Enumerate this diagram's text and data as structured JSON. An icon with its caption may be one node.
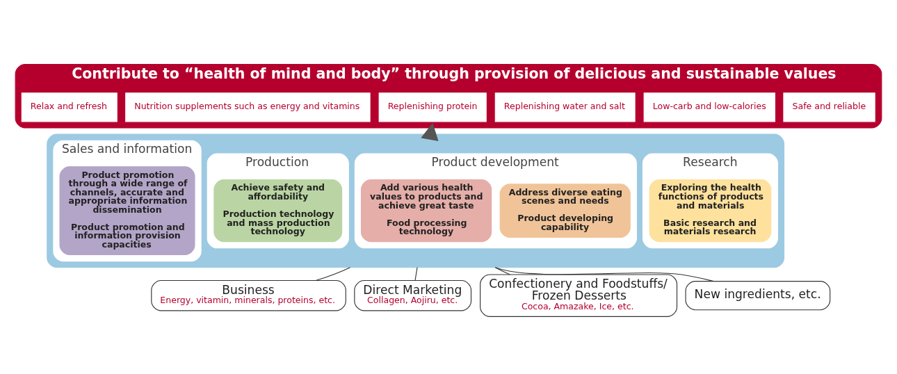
{
  "diagram": {
    "nodes": [
      {
        "text": [
          "Contribute to “health of mind and body” through provision of delicious and sustainable values"
        ]
      },
      {
        "text": [
          "Relax and refresh"
        ],
        "in": 0
      },
      {
        "text": [
          "Nutrition supplements such as energy and vitamins"
        ],
        "in": 0
      },
      {
        "text": [
          "Replenishing protein"
        ],
        "in": 0
      },
      {
        "text": [
          "Replenishing water and salt"
        ],
        "in": 0
      },
      {
        "text": [
          "Low-carb and low-calories"
        ],
        "in": 0
      },
      {
        "text": [
          "Safe and reliable"
        ],
        "in": 0
      },
      {
        "text": [],
        "shape": "box"
      },
      {
        "text": [
          "Research"
        ],
        "in": 7
      },
      {
        "text": [
          "Exploring the health functions of products and materials",
          "Basic research and materials research"
        ],
        "in": 8
      },
      {
        "text": [
          "Product development"
        ],
        "in": 7
      },
      {
        "text": [
          "Add various health values to products and achieve great taste",
          "Food processing technology"
        ],
        "in": 10
      },
      {
        "text": [
          "Address diverse eating scenes and needs",
          "Product developing capability"
        ],
        "in": 10
      },
      {
        "text": [
          "Production"
        ],
        "in": 7
      },
      {
        "text": [
          "Achieve safety and affordability",
          "Production technology and mass production technology"
        ],
        "in": 13
      },
      {
        "text": [
          "Sales and information"
        ],
        "in": 7
      },
      {
        "text": [
          "Product promotion through a wide range of channels, accurate and appropriate information dissemination",
          "Product promotion and information provision capacities"
        ],
        "in": 15
      },
      {
        "text": [
          "Business",
          "Energy, vitamin, minerals, proteins, etc."
        ]
      },
      {
        "text": [
          "Direct Marketing",
          "Collagen, Aojiru, etc."
        ]
      },
      {
        "text": [
          "Confectionery and Foodstuffs/ Frozen Desserts",
          "Cocoa, Amazake, Ice, etc."
        ]
      },
      {
        "text": [
          "New ingredients, etc."
        ]
      }
    ],
    "edges": [
      {
        "from": 7,
        "to": 0,
        "arrow": "to",
        "style": "thick",
        "color": "#555555"
      },
      {
        "from": 7,
        "to": 17,
        "arrow": "none"
      },
      {
        "from": 7,
        "to": 18,
        "arrow": "none"
      },
      {
        "from": 7,
        "to": 19,
        "arrow": "none"
      },
      {
        "from": 7,
        "to": 20,
        "arrow": "none"
      }
    ]
  }
}
